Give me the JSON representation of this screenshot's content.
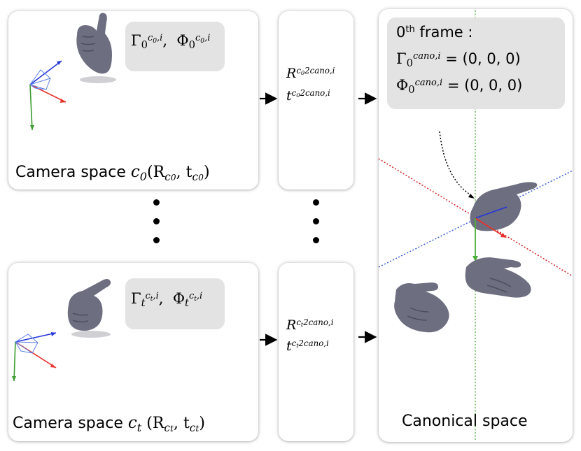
{
  "camera_top": {
    "title": "Camera space",
    "frame_sym": "c",
    "frame_sub": "0",
    "params": "(R",
    "params_mid": ", t",
    "params_end": ")",
    "gamma": "Γ",
    "gamma_sub": "0",
    "gamma_sup": "c",
    "gamma_sup_sub": "0",
    "gamma_sup_tail": ",i",
    "phi": "Φ",
    "comma": ",",
    "phi_sub": "0",
    "phi_sup": "c",
    "phi_sup_sub": "0",
    "phi_sup_tail": ",i"
  },
  "camera_bottom": {
    "title": "Camera space",
    "frame_sym": "c",
    "frame_sub": "t",
    "params": "(R",
    "params_mid": ", t",
    "params_end": ")",
    "gamma": "Γ",
    "gamma_sub": "t",
    "gamma_sup": "c",
    "gamma_sup_sub": "t",
    "gamma_sup_tail": ",i",
    "phi": "Φ",
    "comma": ",",
    "phi_sub": "t",
    "phi_sup": "c",
    "phi_sup_sub": "t",
    "phi_sup_tail": ",i"
  },
  "transform_top": {
    "R": "R",
    "t": "t",
    "sup_c": "c",
    "sup_sub": "0",
    "sup_tail": "2cano,i"
  },
  "transform_bottom": {
    "R": "R",
    "t": "t",
    "sup_c": "c",
    "sup_sub": "t",
    "sup_tail": "2cano,i"
  },
  "canonical": {
    "title": "Canonical space",
    "frame_num": "0",
    "frame_th": "th",
    "frame_word": "frame :",
    "gamma": "Γ",
    "gamma_sub": "0",
    "gamma_sup": "cano,i",
    "gamma_value": "= (0, 0, 0)",
    "phi": "Φ",
    "phi_sub": "0",
    "phi_sup": "cano,i",
    "phi_value": "= (0, 0, 0)"
  },
  "colors": {
    "axis_x": "#e8302a",
    "axis_y": "#3a9b2e",
    "axis_z": "#2436d8",
    "hand": "#6d6e80",
    "param_box": "#e3e3e3"
  }
}
